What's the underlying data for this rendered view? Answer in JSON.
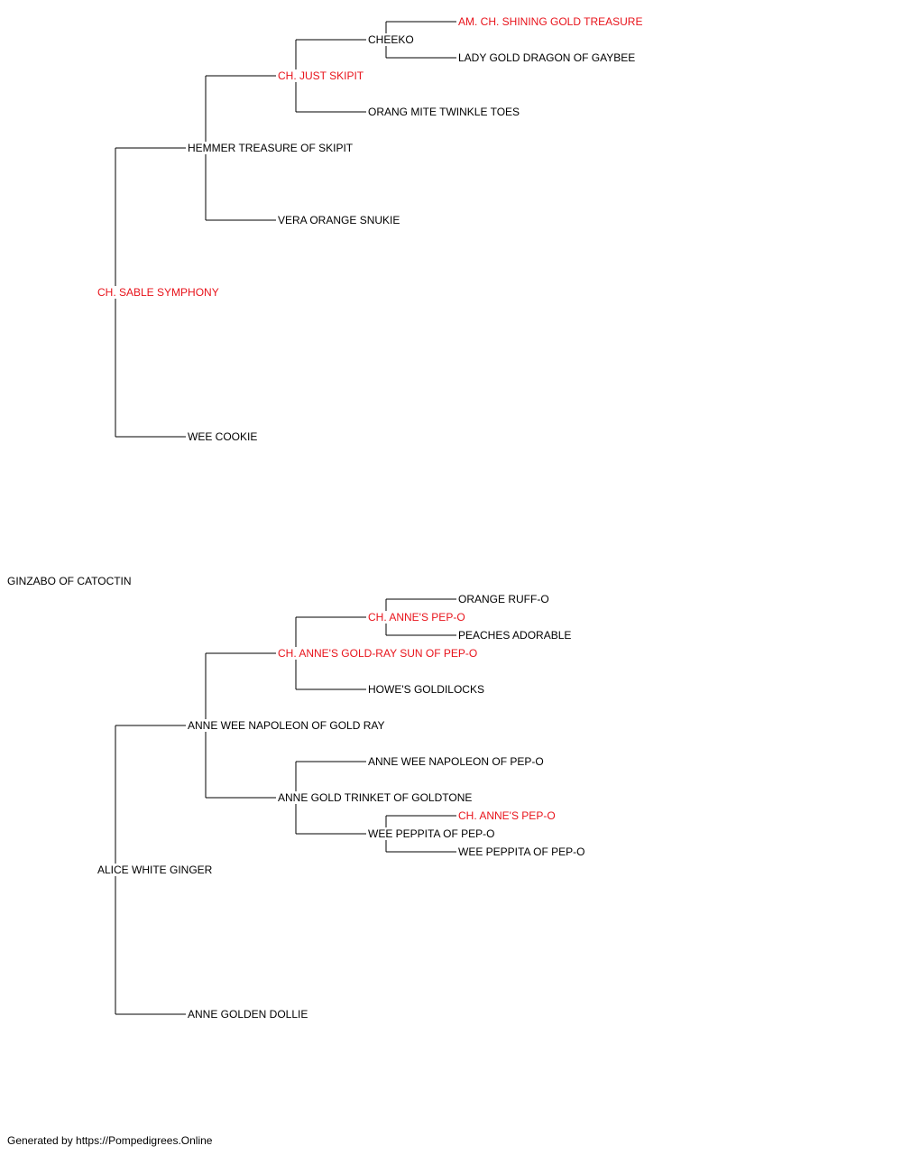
{
  "colors": {
    "champion": "#e8131b",
    "normal": "#000000",
    "connector": "#000000"
  },
  "pedigree": {
    "subject": {
      "name": "GINZABO OF CATOCTIN",
      "champion": false
    },
    "sire": {
      "name": "CH. SABLE SYMPHONY",
      "champion": true,
      "sire": {
        "name": "HEMMER TREASURE OF SKIPIT",
        "champion": false,
        "sire": {
          "name": "CH. JUST SKIPIT",
          "champion": true,
          "sire": {
            "name": "CHEEKO",
            "champion": false,
            "sire": {
              "name": "AM. CH. SHINING GOLD TREASURE",
              "champion": true
            },
            "dam": {
              "name": "LADY GOLD DRAGON OF GAYBEE",
              "champion": false
            }
          },
          "dam": {
            "name": "ORANG MITE TWINKLE TOES",
            "champion": false
          }
        },
        "dam": {
          "name": "VERA ORANGE SNUKIE",
          "champion": false
        }
      },
      "dam": {
        "name": "WEE COOKIE",
        "champion": false
      }
    },
    "dam": {
      "name": "ALICE WHITE GINGER",
      "champion": false,
      "sire": {
        "name": "ANNE WEE NAPOLEON OF GOLD RAY",
        "champion": false,
        "sire": {
          "name": "CH. ANNE'S GOLD-RAY SUN OF PEP-O",
          "champion": true,
          "sire": {
            "name": "CH. ANNE'S PEP-O",
            "champion": true,
            "sire": {
              "name": "ORANGE RUFF-O",
              "champion": false
            },
            "dam": {
              "name": "PEACHES ADORABLE",
              "champion": false
            }
          },
          "dam": {
            "name": "HOWE'S GOLDILOCKS",
            "champion": false
          }
        },
        "dam": {
          "name": "ANNE GOLD TRINKET OF GOLDTONE",
          "champion": false,
          "sire": {
            "name": "ANNE WEE NAPOLEON OF PEP-O",
            "champion": false
          },
          "dam": {
            "name": "WEE PEPPITA OF PEP-O",
            "champion": false,
            "sire": {
              "name": "CH. ANNE'S PEP-O",
              "champion": true
            },
            "dam": {
              "name": "WEE PEPPITA OF PEP-O",
              "champion": false
            }
          }
        }
      },
      "dam": {
        "name": "ANNE GOLDEN DOLLIE",
        "champion": false
      }
    }
  },
  "footer": "Generated by https://Pompedigrees.Online"
}
